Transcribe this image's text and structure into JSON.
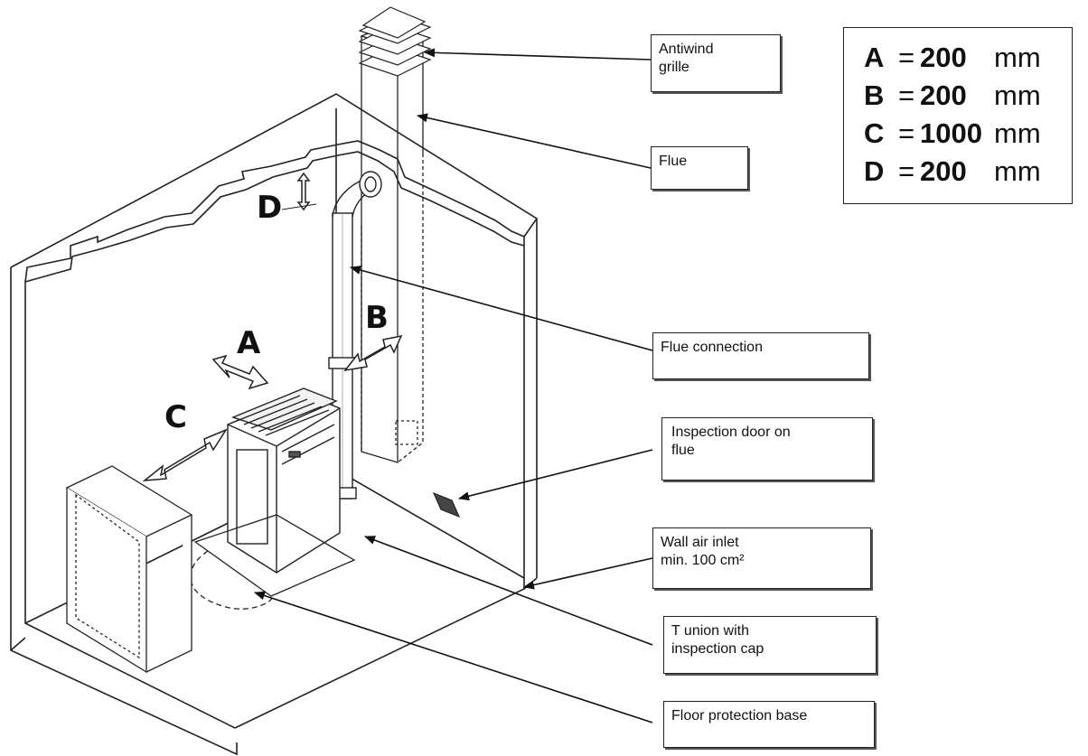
{
  "labels": {
    "antiwind": "Antiwind\ngrille",
    "flue": "Flue",
    "flue_connection": "Flue connection",
    "inspection_door": "Inspection door on\nflue",
    "wall_air_inlet": "Wall air inlet\nmin. 100 cm²",
    "t_union": "T union with\ninspection cap",
    "floor_base": "Floor protection base"
  },
  "letters": {
    "a": "A",
    "b": "B",
    "c": "C",
    "d": "D"
  },
  "dimensions": [
    {
      "letter": "A",
      "eq": "=",
      "value": "200",
      "unit": "mm"
    },
    {
      "letter": "B",
      "eq": "=",
      "value": "200",
      "unit": "mm"
    },
    {
      "letter": "C",
      "eq": "=",
      "value": "1000",
      "unit": "mm"
    },
    {
      "letter": "D",
      "eq": "=",
      "value": "200",
      "unit": "mm"
    }
  ]
}
